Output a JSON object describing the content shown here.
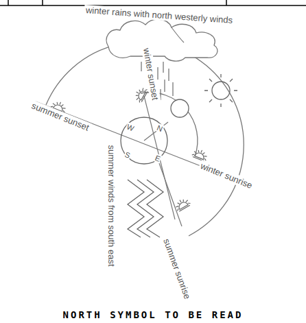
{
  "diagram": {
    "labels": [
      "winter rains with north westerly winds",
      "winter sunset",
      "summer sunset",
      "summer winds from south east",
      "winter sunrise",
      "summer sunrise",
      "W",
      "N",
      "S",
      "E",
      "NORTH SYMBOL TO BE READ"
    ]
  }
}
